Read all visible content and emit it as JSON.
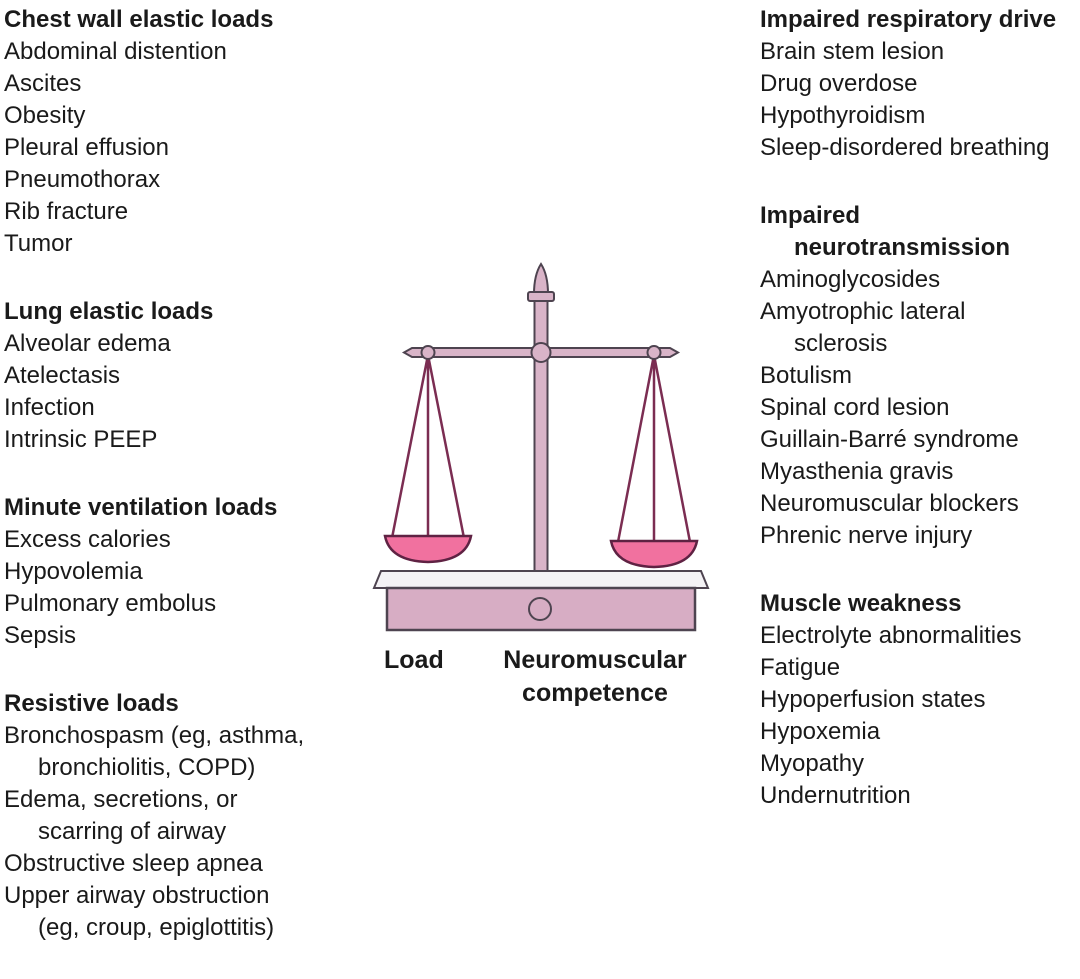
{
  "figure": {
    "left_column": {
      "sections": [
        {
          "heading": "Chest wall elastic loads",
          "items": [
            "Abdominal distention",
            "Ascites",
            "Obesity",
            "Pleural effusion",
            "Pneumothorax",
            "Rib fracture",
            "Tumor"
          ]
        },
        {
          "heading": "Lung elastic loads",
          "items": [
            "Alveolar edema",
            "Atelectasis",
            "Infection",
            "Intrinsic PEEP"
          ]
        },
        {
          "heading": "Minute ventilation loads",
          "items": [
            "Excess calories",
            "Hypovolemia",
            "Pulmonary embolus",
            "Sepsis"
          ]
        },
        {
          "heading": "Resistive loads",
          "items": [
            "Bronchospasm (eg, asthma, bronchiolitis, COPD)",
            "Edema, secretions, or scarring of airway",
            "Obstructive sleep apnea",
            "Upper airway obstruction (eg, croup, epiglottitis)"
          ]
        }
      ]
    },
    "right_column": {
      "sections": [
        {
          "heading": "Impaired respiratory drive",
          "items": [
            "Brain stem lesion",
            "Drug overdose",
            "Hypothyroidism",
            "Sleep-disordered breathing"
          ]
        },
        {
          "heading": "Impaired neurotransmission",
          "items": [
            "Aminoglycosides",
            "Amyotrophic lateral sclerosis",
            "Botulism",
            "Spinal cord lesion",
            "Guillain-Barré syndrome",
            "Myasthenia gravis",
            "Neuromuscular blockers",
            "Phrenic nerve injury"
          ]
        },
        {
          "heading": "Muscle weakness",
          "items": [
            "Electrolyte abnormalities",
            "Fatigue",
            "Hypoperfusion states",
            "Hypoxemia",
            "Myopathy",
            "Undernutrition"
          ]
        }
      ]
    },
    "scale": {
      "left_label": "Load",
      "right_label": "Neuromuscular competence",
      "colors": {
        "body": "#d9b4c8",
        "pan": "#f1719f",
        "outline": "#4e4450",
        "string": "#7b2d52",
        "panOutline": "#5f2243",
        "slab": "#f4f2f5",
        "pedestal": "#d7adc4"
      }
    }
  }
}
